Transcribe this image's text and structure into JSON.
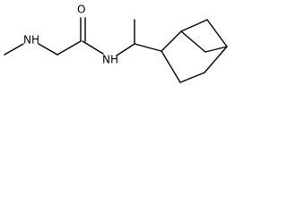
{
  "molecule": {
    "atoms": {
      "n_amine": "NH",
      "o_carbonyl": "O",
      "n_amide": "NH"
    }
  }
}
